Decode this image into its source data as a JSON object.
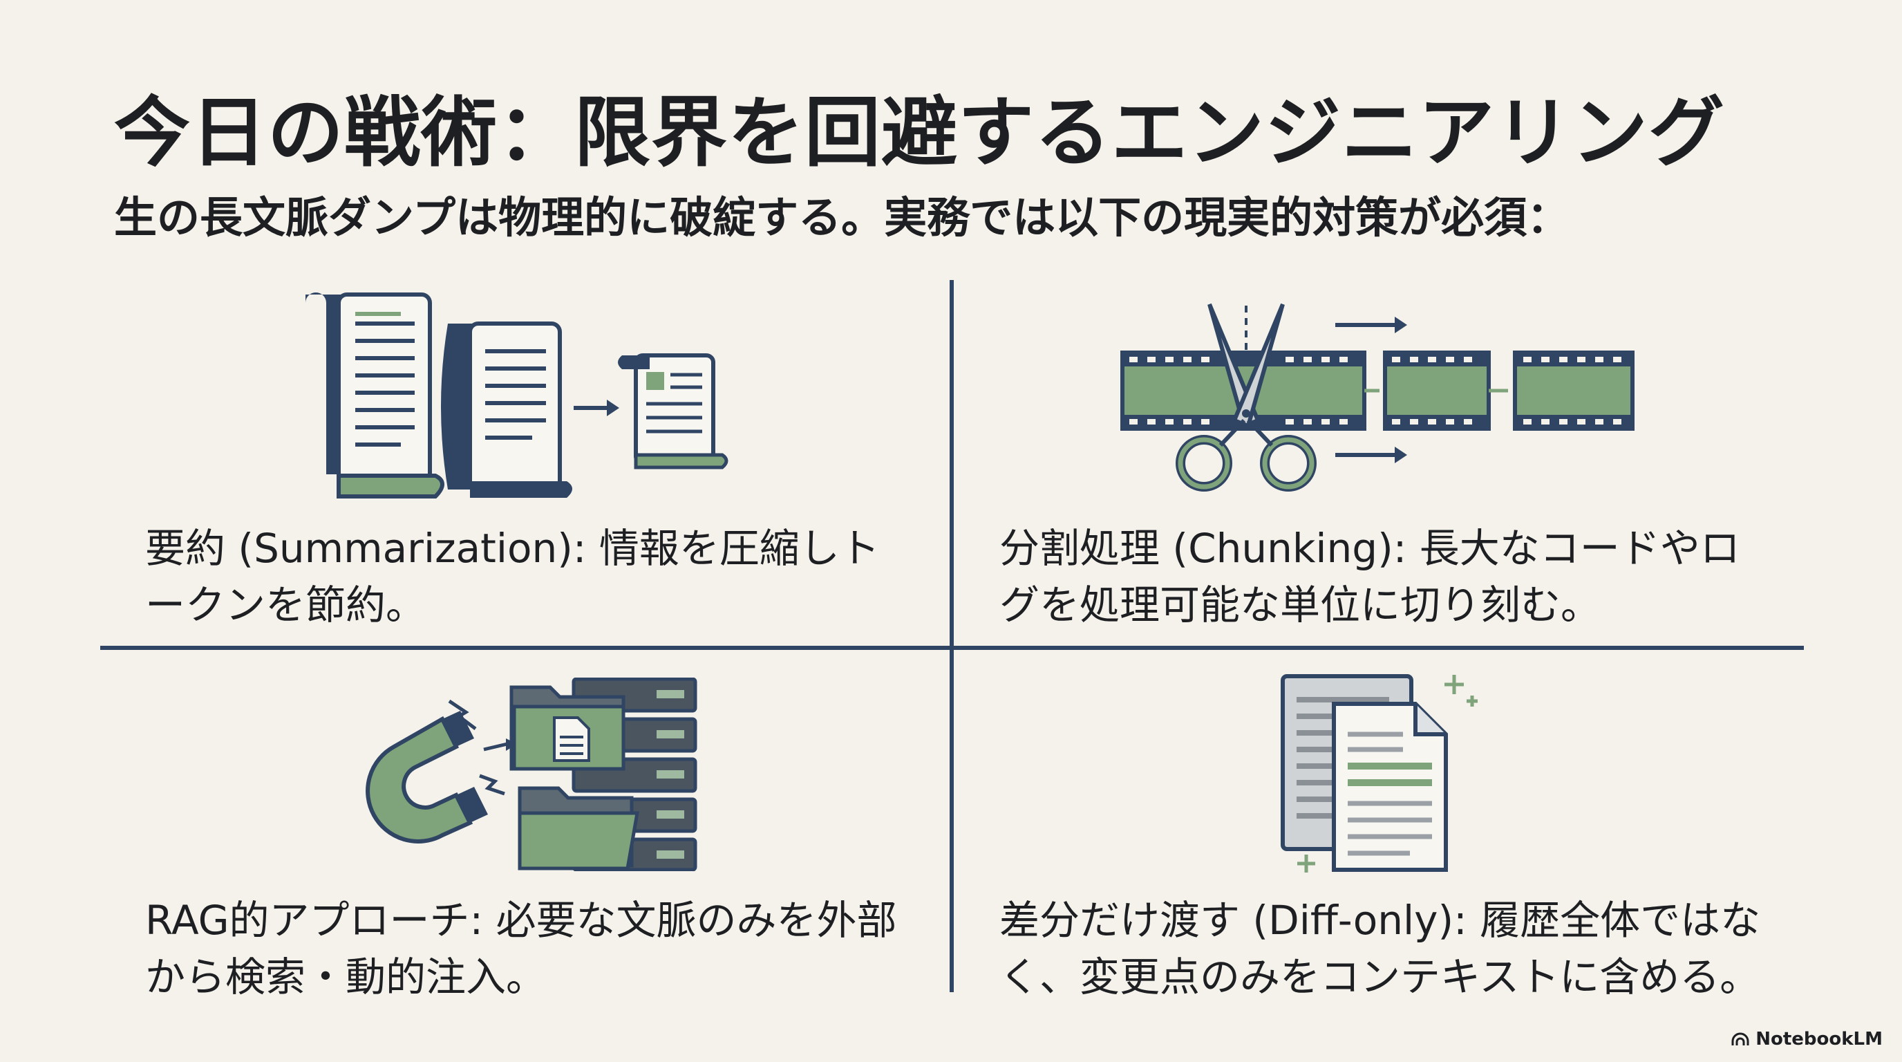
{
  "title": "今日の戦術：限界を回避するエンジニアリング",
  "subtitle": "生の長文脈ダンプは物理的に破綻する。実務では以下の現実的対策が必須：",
  "sections": [
    {
      "caption": "要約 (Summarization): 情報を圧縮しトークンを節約。",
      "icon": "document-scroll-compress-icon"
    },
    {
      "caption": "分割処理 (Chunking): 長大なコードやログを処理可能な単位に切り刻む。",
      "icon": "scissors-film-strip-icon"
    },
    {
      "caption": "RAG的アプローチ: 必要な文脈のみを外部から検索・動的注入。",
      "icon": "magnet-database-icon"
    },
    {
      "caption": "差分だけ渡す (Diff-only): 履歴全体ではなく、変更点のみをコンテキストに含める。",
      "icon": "diff-documents-icon"
    }
  ],
  "brand": "NotebookLM",
  "colors": {
    "accent_green": "#7fa37a",
    "navy": "#2f4563",
    "background": "#f4f2ea"
  }
}
